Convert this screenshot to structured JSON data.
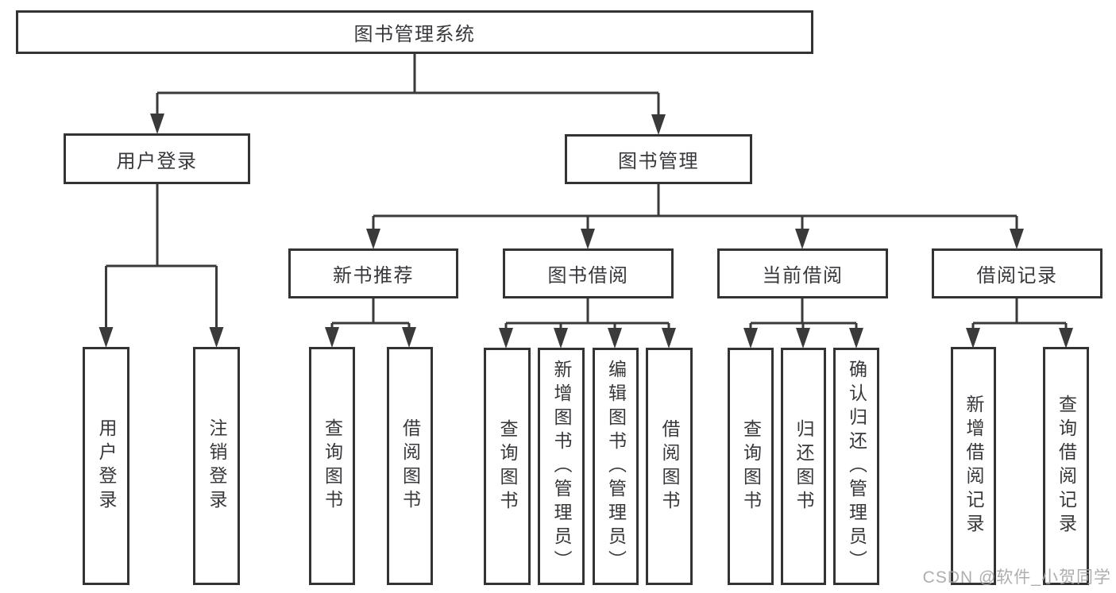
{
  "diagram": {
    "title": "图书管理系统",
    "level2": {
      "user_login": "用户登录",
      "book_management": "图书管理"
    },
    "level3": {
      "new_book_recommend": "新书推荐",
      "book_borrowing": "图书借阅",
      "current_borrowing": "当前借阅",
      "borrowing_records": "借阅记录"
    },
    "leaves": {
      "user_login": "用户登录",
      "logout": "注销登录",
      "nbr_query_books": "查询图书",
      "nbr_borrow_books": "借阅图书",
      "bb_query_books": "查询图书",
      "bb_add_books_admin": "新增图书（管理员）",
      "bb_edit_books_admin": "编辑图书（管理员）",
      "bb_borrow_books": "借阅图书",
      "cb_query_books": "查询图书",
      "cb_return_books": "归还图书",
      "cb_confirm_return_admin": "确认归还（管理员）",
      "br_add_record": "新增借阅记录",
      "br_query_record": "查询借阅记录"
    }
  },
  "watermark": {
    "text": "CSDN @软件_小贺同学"
  },
  "colors": {
    "line": "#3a3a3a",
    "box_border": "#333333",
    "text": "#38383c",
    "watermark": "#a5a5a8",
    "background": "#ffffff"
  }
}
